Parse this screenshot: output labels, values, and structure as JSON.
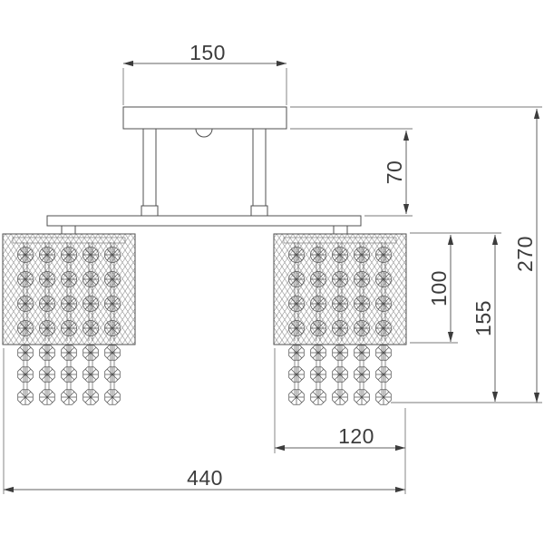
{
  "drawing": {
    "dimensions": {
      "canopy_width": {
        "value": "150"
      },
      "stem_height": {
        "value": "70"
      },
      "shade_body_height": {
        "value": "100"
      },
      "shade_total_height": {
        "value": "155"
      },
      "overall_height": {
        "value": "270"
      },
      "shade_width": {
        "value": "120"
      },
      "overall_width": {
        "value": "440"
      }
    },
    "structure": {
      "shade_count": 2,
      "crystal_columns_per_shade": 5,
      "crystal_rows_inside_shade": 4,
      "hanging_crystal_rows": 3
    },
    "colors": {
      "background": "#ffffff",
      "part_outline": "#4f4f4f",
      "dimension_line": "#606060",
      "dimension_text": "#3c3c3c",
      "mesh": "#8d8d8d"
    }
  }
}
